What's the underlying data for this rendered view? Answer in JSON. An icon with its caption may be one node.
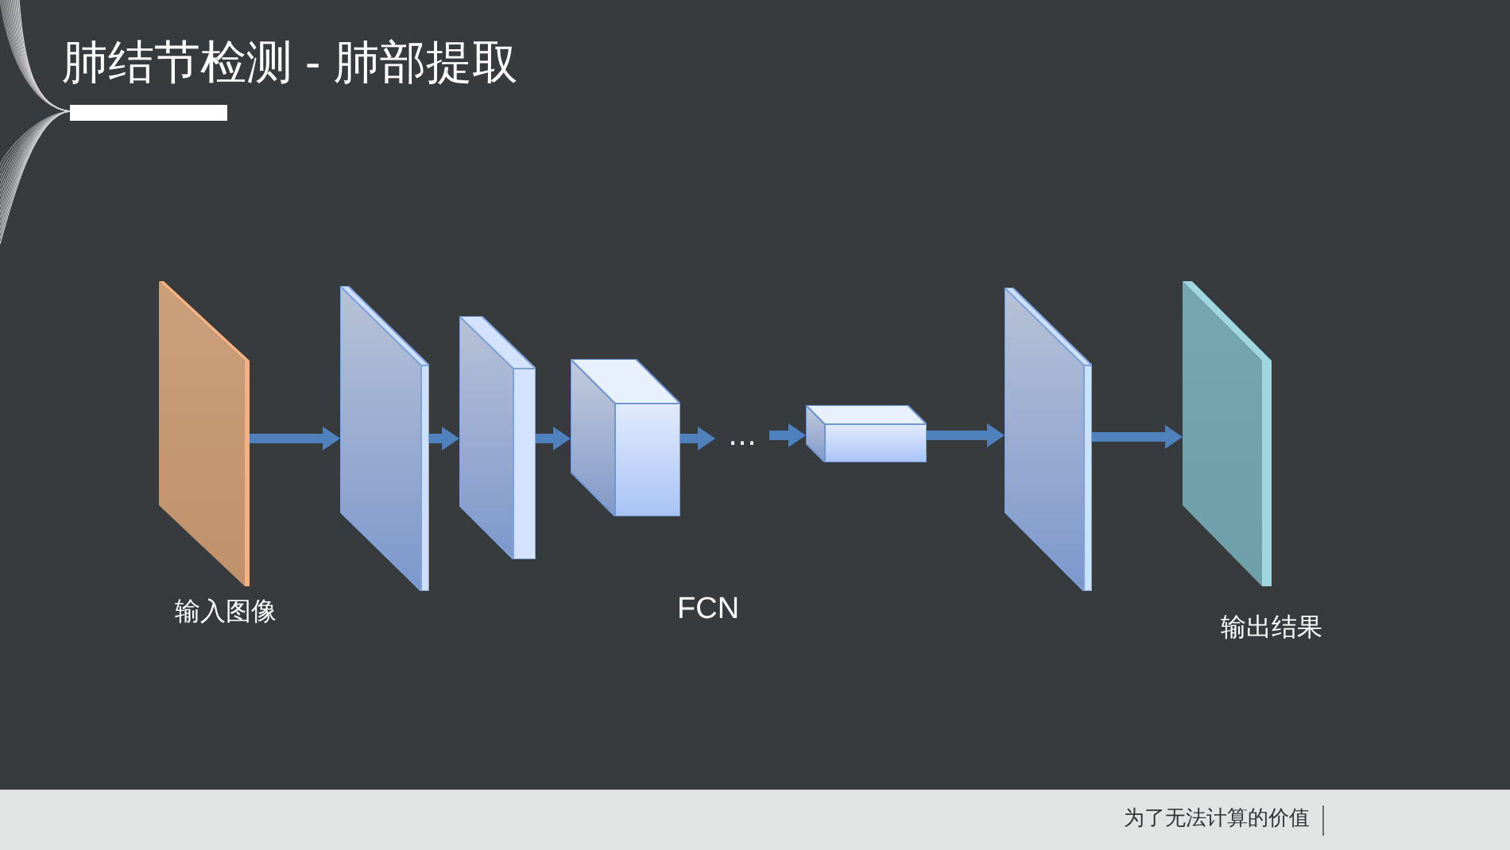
{
  "diagram": {
    "title": "肺结节检测 - 肺部提取",
    "nodes": [
      {
        "text": [],
        "shape": "box",
        "beside": [
          "输入图像"
        ]
      },
      {
        "text": [],
        "shape": "box"
      },
      {
        "text": [],
        "shape": "box"
      },
      {
        "text": [],
        "shape": "box"
      },
      {
        "text": [
          "…"
        ]
      },
      {
        "text": [],
        "shape": "box"
      },
      {
        "text": [],
        "shape": "box"
      },
      {
        "text": [],
        "shape": "box",
        "beside": [
          "输出结果"
        ]
      }
    ],
    "edges": [
      {
        "from": 0,
        "to": 1,
        "arrow": "to"
      },
      {
        "from": 1,
        "to": 2,
        "arrow": "to"
      },
      {
        "from": 2,
        "to": 3,
        "arrow": "to"
      },
      {
        "from": 3,
        "to": 4,
        "arrow": "to"
      },
      {
        "from": 4,
        "to": 5,
        "arrow": "to"
      },
      {
        "from": 5,
        "to": 6,
        "arrow": "to"
      },
      {
        "from": 6,
        "to": 7,
        "arrow": "to"
      }
    ],
    "labels": [
      "FCN",
      "为了无法计算的价值"
    ]
  }
}
